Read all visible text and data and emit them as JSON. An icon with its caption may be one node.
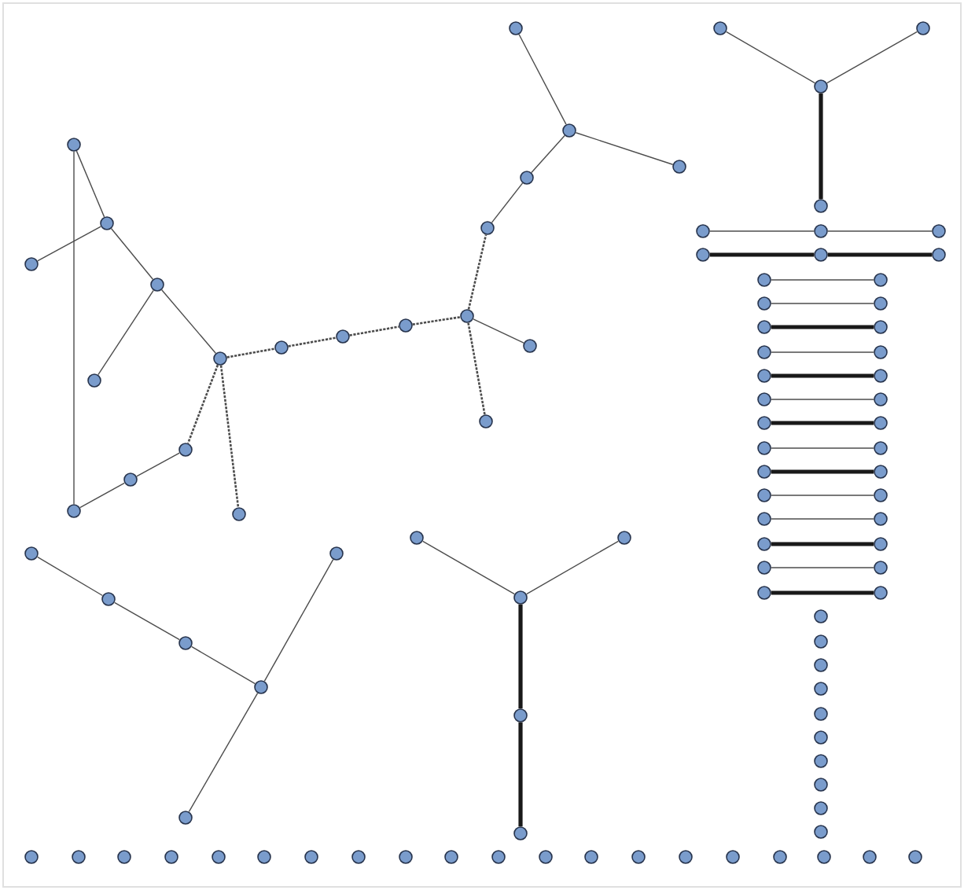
{
  "diagram": {
    "nodes": [
      {
        "text": [],
        "shape": "circle"
      },
      {
        "text": [],
        "shape": "circle"
      },
      {
        "text": [],
        "shape": "circle"
      },
      {
        "text": [],
        "shape": "circle"
      },
      {
        "text": [],
        "shape": "circle"
      },
      {
        "text": [],
        "shape": "circle"
      },
      {
        "text": [],
        "shape": "circle"
      },
      {
        "text": [],
        "shape": "circle"
      },
      {
        "text": [],
        "shape": "circle"
      },
      {
        "text": [],
        "shape": "circle"
      },
      {
        "text": [],
        "shape": "circle"
      },
      {
        "text": [],
        "shape": "circle"
      },
      {
        "text": [],
        "shape": "circle"
      },
      {
        "text": [],
        "shape": "circle"
      },
      {
        "text": [],
        "shape": "circle"
      },
      {
        "text": [],
        "shape": "circle"
      },
      {
        "text": [],
        "shape": "circle"
      },
      {
        "text": [],
        "shape": "circle"
      },
      {
        "text": [],
        "shape": "circle"
      },
      {
        "text": [],
        "shape": "circle"
      },
      {
        "text": [],
        "shape": "circle"
      },
      {
        "text": [],
        "shape": "circle"
      },
      {
        "text": [],
        "shape": "circle"
      },
      {
        "text": [],
        "shape": "circle"
      },
      {
        "text": [],
        "shape": "circle"
      },
      {
        "text": [],
        "shape": "circle"
      },
      {
        "text": [],
        "shape": "circle"
      },
      {
        "text": [],
        "shape": "circle"
      },
      {
        "text": [],
        "shape": "circle"
      },
      {
        "text": [],
        "shape": "circle"
      },
      {
        "text": [],
        "shape": "circle"
      },
      {
        "text": [],
        "shape": "circle"
      },
      {
        "text": [],
        "shape": "circle"
      },
      {
        "text": [],
        "shape": "circle"
      },
      {
        "text": [],
        "shape": "circle"
      },
      {
        "text": [],
        "shape": "circle"
      },
      {
        "text": [],
        "shape": "circle"
      },
      {
        "text": [],
        "shape": "circle"
      },
      {
        "text": [],
        "shape": "circle"
      },
      {
        "text": [],
        "shape": "circle"
      },
      {
        "text": [],
        "shape": "circle"
      },
      {
        "text": [],
        "shape": "circle"
      },
      {
        "text": [],
        "shape": "circle"
      },
      {
        "text": [],
        "shape": "circle"
      },
      {
        "text": [],
        "shape": "circle"
      },
      {
        "text": [],
        "shape": "circle"
      },
      {
        "text": [],
        "shape": "circle"
      },
      {
        "text": [],
        "shape": "circle"
      },
      {
        "text": [],
        "shape": "circle"
      },
      {
        "text": [],
        "shape": "circle"
      },
      {
        "text": [],
        "shape": "circle"
      },
      {
        "text": [],
        "shape": "circle"
      },
      {
        "text": [],
        "shape": "circle"
      },
      {
        "text": [],
        "shape": "circle"
      },
      {
        "text": [],
        "shape": "circle"
      },
      {
        "text": [],
        "shape": "circle"
      },
      {
        "text": [],
        "shape": "circle"
      },
      {
        "text": [],
        "shape": "circle"
      },
      {
        "text": [],
        "shape": "circle"
      },
      {
        "text": [],
        "shape": "circle"
      },
      {
        "text": [],
        "shape": "circle"
      },
      {
        "text": [],
        "shape": "circle"
      },
      {
        "text": [],
        "shape": "circle"
      },
      {
        "text": [],
        "shape": "circle"
      },
      {
        "text": [],
        "shape": "circle"
      },
      {
        "text": [],
        "shape": "circle"
      },
      {
        "text": [],
        "shape": "circle"
      },
      {
        "text": [],
        "shape": "circle"
      },
      {
        "text": [],
        "shape": "circle"
      },
      {
        "text": [],
        "shape": "circle"
      },
      {
        "text": [],
        "shape": "circle"
      },
      {
        "text": [],
        "shape": "circle"
      },
      {
        "text": [],
        "shape": "circle"
      },
      {
        "text": [],
        "shape": "circle"
      },
      {
        "text": [],
        "shape": "circle"
      },
      {
        "text": [],
        "shape": "circle"
      },
      {
        "text": [],
        "shape": "circle"
      },
      {
        "text": [],
        "shape": "circle"
      },
      {
        "text": [],
        "shape": "circle"
      },
      {
        "text": [],
        "shape": "circle"
      },
      {
        "text": [],
        "shape": "circle"
      },
      {
        "text": [],
        "shape": "circle"
      },
      {
        "text": [],
        "shape": "circle"
      },
      {
        "text": [],
        "shape": "circle"
      },
      {
        "text": [],
        "shape": "circle"
      },
      {
        "text": [],
        "shape": "circle"
      },
      {
        "text": [],
        "shape": "circle"
      },
      {
        "text": [],
        "shape": "circle"
      },
      {
        "text": [],
        "shape": "circle"
      },
      {
        "text": [],
        "shape": "circle"
      },
      {
        "text": [],
        "shape": "circle"
      },
      {
        "text": [],
        "shape": "circle"
      },
      {
        "text": [],
        "shape": "circle"
      },
      {
        "text": [],
        "shape": "circle"
      },
      {
        "text": [],
        "shape": "circle"
      },
      {
        "text": [],
        "shape": "circle"
      },
      {
        "text": [],
        "shape": "circle"
      },
      {
        "text": [],
        "shape": "circle"
      },
      {
        "text": [],
        "shape": "circle"
      },
      {
        "text": [],
        "shape": "circle"
      }
    ],
    "edges": [
      {
        "from": 0,
        "to": 1,
        "arrow": "none"
      },
      {
        "from": 1,
        "to": 2,
        "arrow": "none"
      },
      {
        "from": 1,
        "to": 3,
        "arrow": "none"
      },
      {
        "from": 3,
        "to": 4,
        "arrow": "none"
      },
      {
        "from": 3,
        "to": 5,
        "arrow": "none"
      },
      {
        "from": 5,
        "to": 6,
        "arrow": "none",
        "style": "dashed"
      },
      {
        "from": 6,
        "to": 7,
        "arrow": "none"
      },
      {
        "from": 7,
        "to": 8,
        "arrow": "none"
      },
      {
        "from": 0,
        "to": 8,
        "arrow": "none"
      },
      {
        "from": 5,
        "to": 9,
        "arrow": "none",
        "style": "dashed"
      },
      {
        "from": 5,
        "to": 10,
        "arrow": "none",
        "style": "dashed"
      },
      {
        "from": 10,
        "to": 11,
        "arrow": "none",
        "style": "dashed"
      },
      {
        "from": 11,
        "to": 12,
        "arrow": "none",
        "style": "dashed"
      },
      {
        "from": 12,
        "to": 13,
        "arrow": "none",
        "style": "dashed"
      },
      {
        "from": 13,
        "to": 14,
        "arrow": "none",
        "style": "dashed"
      },
      {
        "from": 13,
        "to": 15,
        "arrow": "none"
      },
      {
        "from": 13,
        "to": 16,
        "arrow": "none",
        "style": "dashed"
      },
      {
        "from": 14,
        "to": 17,
        "arrow": "none"
      },
      {
        "from": 17,
        "to": 18,
        "arrow": "none"
      },
      {
        "from": 18,
        "to": 19,
        "arrow": "none"
      },
      {
        "from": 18,
        "to": 20,
        "arrow": "none"
      },
      {
        "from": 21,
        "to": 23,
        "arrow": "none"
      },
      {
        "from": 22,
        "to": 23,
        "arrow": "none"
      },
      {
        "from": 23,
        "to": 24,
        "arrow": "none",
        "style": "thick"
      },
      {
        "from": 25,
        "to": 26,
        "arrow": "none"
      },
      {
        "from": 26,
        "to": 27,
        "arrow": "none"
      },
      {
        "from": 28,
        "to": 29,
        "arrow": "none",
        "style": "thick"
      },
      {
        "from": 29,
        "to": 30,
        "arrow": "none",
        "style": "thick"
      },
      {
        "from": 31,
        "to": 32,
        "arrow": "none"
      },
      {
        "from": 33,
        "to": 34,
        "arrow": "none"
      },
      {
        "from": 35,
        "to": 36,
        "arrow": "none",
        "style": "thick"
      },
      {
        "from": 37,
        "to": 38,
        "arrow": "none"
      },
      {
        "from": 39,
        "to": 40,
        "arrow": "none",
        "style": "thick"
      },
      {
        "from": 41,
        "to": 42,
        "arrow": "none"
      },
      {
        "from": 43,
        "to": 44,
        "arrow": "none",
        "style": "thick"
      },
      {
        "from": 45,
        "to": 46,
        "arrow": "none"
      },
      {
        "from": 47,
        "to": 48,
        "arrow": "none",
        "style": "thick"
      },
      {
        "from": 49,
        "to": 50,
        "arrow": "none"
      },
      {
        "from": 51,
        "to": 52,
        "arrow": "none"
      },
      {
        "from": 53,
        "to": 54,
        "arrow": "none",
        "style": "thick"
      },
      {
        "from": 55,
        "to": 56,
        "arrow": "none"
      },
      {
        "from": 57,
        "to": 58,
        "arrow": "none",
        "style": "thick"
      },
      {
        "from": 89,
        "to": 90,
        "arrow": "none"
      },
      {
        "from": 90,
        "to": 91,
        "arrow": "none"
      },
      {
        "from": 91,
        "to": 92,
        "arrow": "none"
      },
      {
        "from": 92,
        "to": 93,
        "arrow": "none"
      },
      {
        "from": 92,
        "to": 94,
        "arrow": "none"
      },
      {
        "from": 95,
        "to": 97,
        "arrow": "none"
      },
      {
        "from": 96,
        "to": 97,
        "arrow": "none"
      },
      {
        "from": 97,
        "to": 98,
        "arrow": "none",
        "style": "thick"
      },
      {
        "from": 98,
        "to": 99,
        "arrow": "none",
        "style": "thick"
      }
    ]
  }
}
